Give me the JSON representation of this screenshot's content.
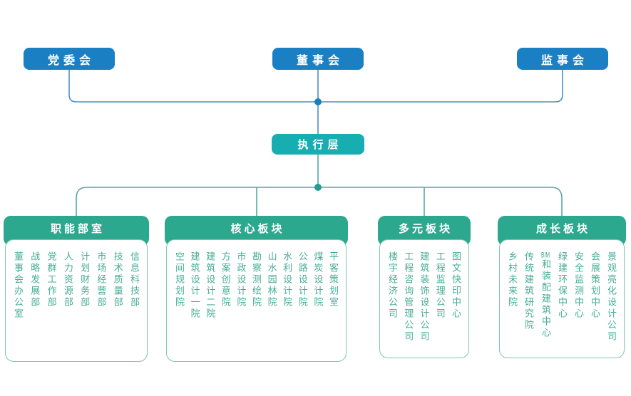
{
  "top_nodes": [
    {
      "label": "党委会"
    },
    {
      "label": "董事会"
    },
    {
      "label": "监事会"
    }
  ],
  "executive": {
    "label": "执行层"
  },
  "sections": [
    {
      "title": "职能部室",
      "items": [
        "董事会办公室",
        "战略发展部",
        "党群工作部",
        "人力资源部",
        "计划财务部",
        "市场经营部",
        "技术质量部",
        "信息科技部"
      ]
    },
    {
      "title": "核心板块",
      "items": [
        "空间规划院",
        "建筑设计一院",
        "建筑设计二院",
        "方案创意院",
        "市政设计院",
        "勘察测绘院",
        "山水园林院",
        "水利设计院",
        "公路设计院",
        "煤炭设计院",
        "平客策划室"
      ]
    },
    {
      "title": "多元板块",
      "items": [
        "楼宇经济公司",
        "工程咨询管理公司",
        "建筑装饰设计公司",
        "工程监理公司",
        "图文快印中心"
      ]
    },
    {
      "title": "成长板块",
      "items": [
        "乡村未来院",
        "传统建筑研究院",
        "BIM和装配建筑中心",
        "绿建环保中心",
        "安全监测中心",
        "会展策划中心",
        "景观亮化设计公司"
      ]
    }
  ],
  "colors": {
    "node_blue": "#1a80c3",
    "node_teal": "#17aeb2",
    "section_green": "#2ba88e",
    "item_text": "#45ad94",
    "line_blue": "#4a90cc",
    "line_green": "#54a99c"
  }
}
